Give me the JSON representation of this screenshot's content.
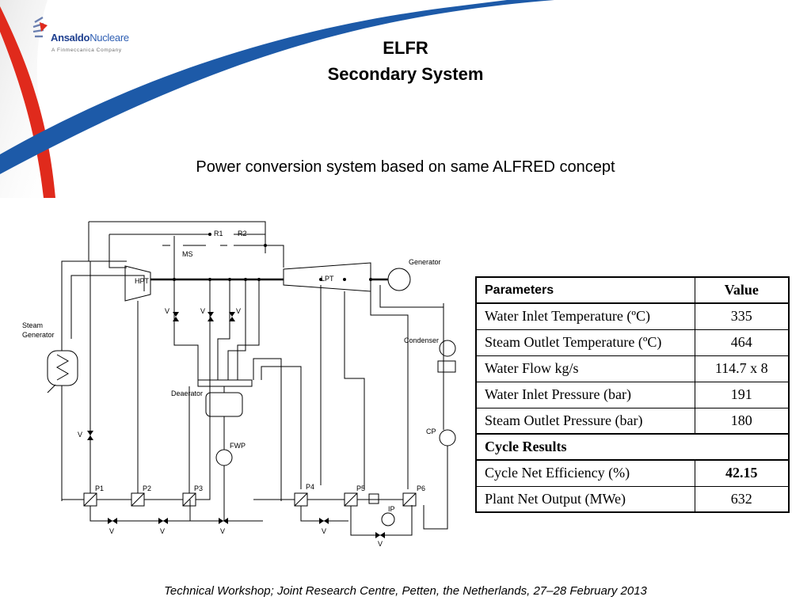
{
  "header": {
    "logo": {
      "brand_bold": "Ansaldo",
      "brand_light": "Nucleare",
      "tagline": "A Finmeccanica Company"
    },
    "title_line1": "ELFR",
    "title_line2": "Secondary System"
  },
  "subtitle": "Power conversion system based on  same ALFRED concept",
  "diagram": {
    "labels": {
      "hpt": "HPT",
      "lpt": "LPT",
      "ms": "MS",
      "r1": "R1",
      "r2": "R2",
      "generator": "Generator",
      "steam_generator_1": "Steam",
      "steam_generator_2": "Generator",
      "condenser": "Condenser",
      "deaerator": "Deaerator",
      "fwp": "FWP",
      "cp": "CP",
      "ip": "IP",
      "p1": "P1",
      "p2": "P2",
      "p3": "P3",
      "p4": "P4",
      "p5": "P5",
      "p6": "P6",
      "v": "V"
    }
  },
  "table": {
    "header_param": "Parameters",
    "header_value": "Value",
    "rows": [
      {
        "param": "Water Inlet Temperature (ºC)",
        "value": "335"
      },
      {
        "param": "Steam Outlet Temperature (ºC)",
        "value": "464"
      },
      {
        "param": "Water Flow kg/s",
        "value": "114.7 x 8"
      },
      {
        "param": "Water Inlet Pressure (bar)",
        "value": "191"
      },
      {
        "param": "Steam Outlet Pressure (bar)",
        "value": "180"
      }
    ],
    "section_title": "Cycle Results",
    "results": [
      {
        "param": "Cycle Net Efficiency (%)",
        "value": "42.15"
      },
      {
        "param": "Plant Net Output (MWe)",
        "value": "632"
      }
    ]
  },
  "footer": "Technical Workshop; Joint Research Centre, Petten, the Netherlands, 27–28 February 2013",
  "colors": {
    "swoosh_blue": "#1d5aa8",
    "swoosh_red": "#e02a1c",
    "brand_blue": "#1e3f8f"
  }
}
